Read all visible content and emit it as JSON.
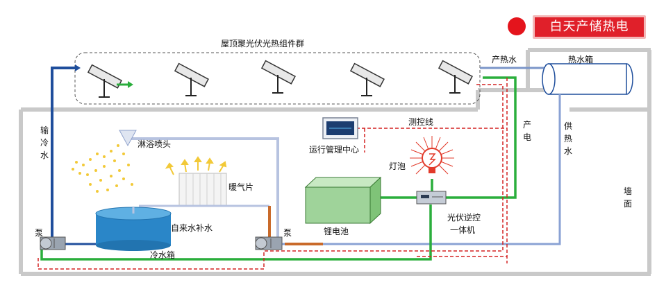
{
  "badge": {
    "text": "白天产储热电"
  },
  "labels": {
    "pv_array": "屋顶聚光伏光热组件群",
    "hot_water_out": "产热水",
    "hot_tank": "热水箱",
    "cold_feed_1": "输",
    "cold_feed_2": "冷",
    "cold_feed_3": "水",
    "shower": "淋浴喷头",
    "control_center": "运行管理中心",
    "control_line": "测控线",
    "power_1": "产",
    "power_2": "电",
    "supply_1": "供",
    "supply_2": "热",
    "supply_3": "水",
    "lamp": "灯泡",
    "radiator": "暖气片",
    "tap_water": "自来水补水",
    "battery": "锂电池",
    "inverter_1": "光伏逆控",
    "inverter_2": "一体机",
    "pump_left": "泵",
    "pump_right": "泵",
    "cold_tank": "冷水箱",
    "wall_1": "墙",
    "wall_2": "面"
  },
  "colors": {
    "water_pipe": "#1f4e9c",
    "power_line": "#2aae3c",
    "control_line": "#d42020",
    "hot_pipe": "#c96a2a",
    "battery": "#9fd39a"
  }
}
